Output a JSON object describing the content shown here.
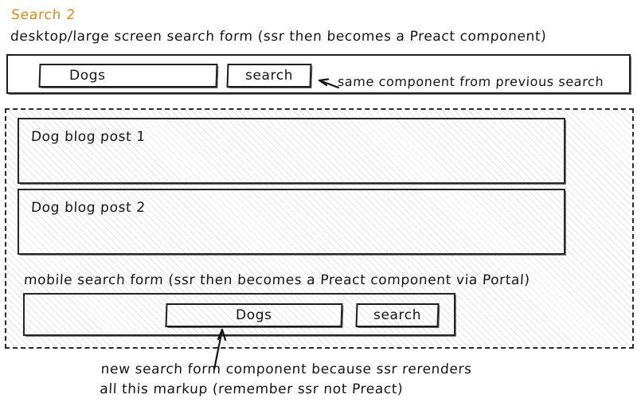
{
  "title": "Search 2",
  "accent_color": "#e8840d",
  "ink_color": "#141414",
  "desktop": {
    "caption": "desktop/large screen search form (ssr then becomes a Preact component)",
    "input_value": "Dogs",
    "button_label": "search",
    "annotation": "same component from previous search",
    "annotation_icon": "arrow-left-icon"
  },
  "ssr_region": {
    "blog_posts": [
      {
        "label": "Dog blog post 1"
      },
      {
        "label": "Dog blog post 2"
      }
    ],
    "mobile": {
      "caption": "mobile search form (ssr then becomes a Preact component via Portal)",
      "input_value": "Dogs",
      "button_label": "search"
    }
  },
  "bottom_annotation": {
    "icon": "arrow-up-icon",
    "line1": "new search form component because ssr rerenders",
    "line2": "all this markup (remember ssr not Preact)"
  }
}
